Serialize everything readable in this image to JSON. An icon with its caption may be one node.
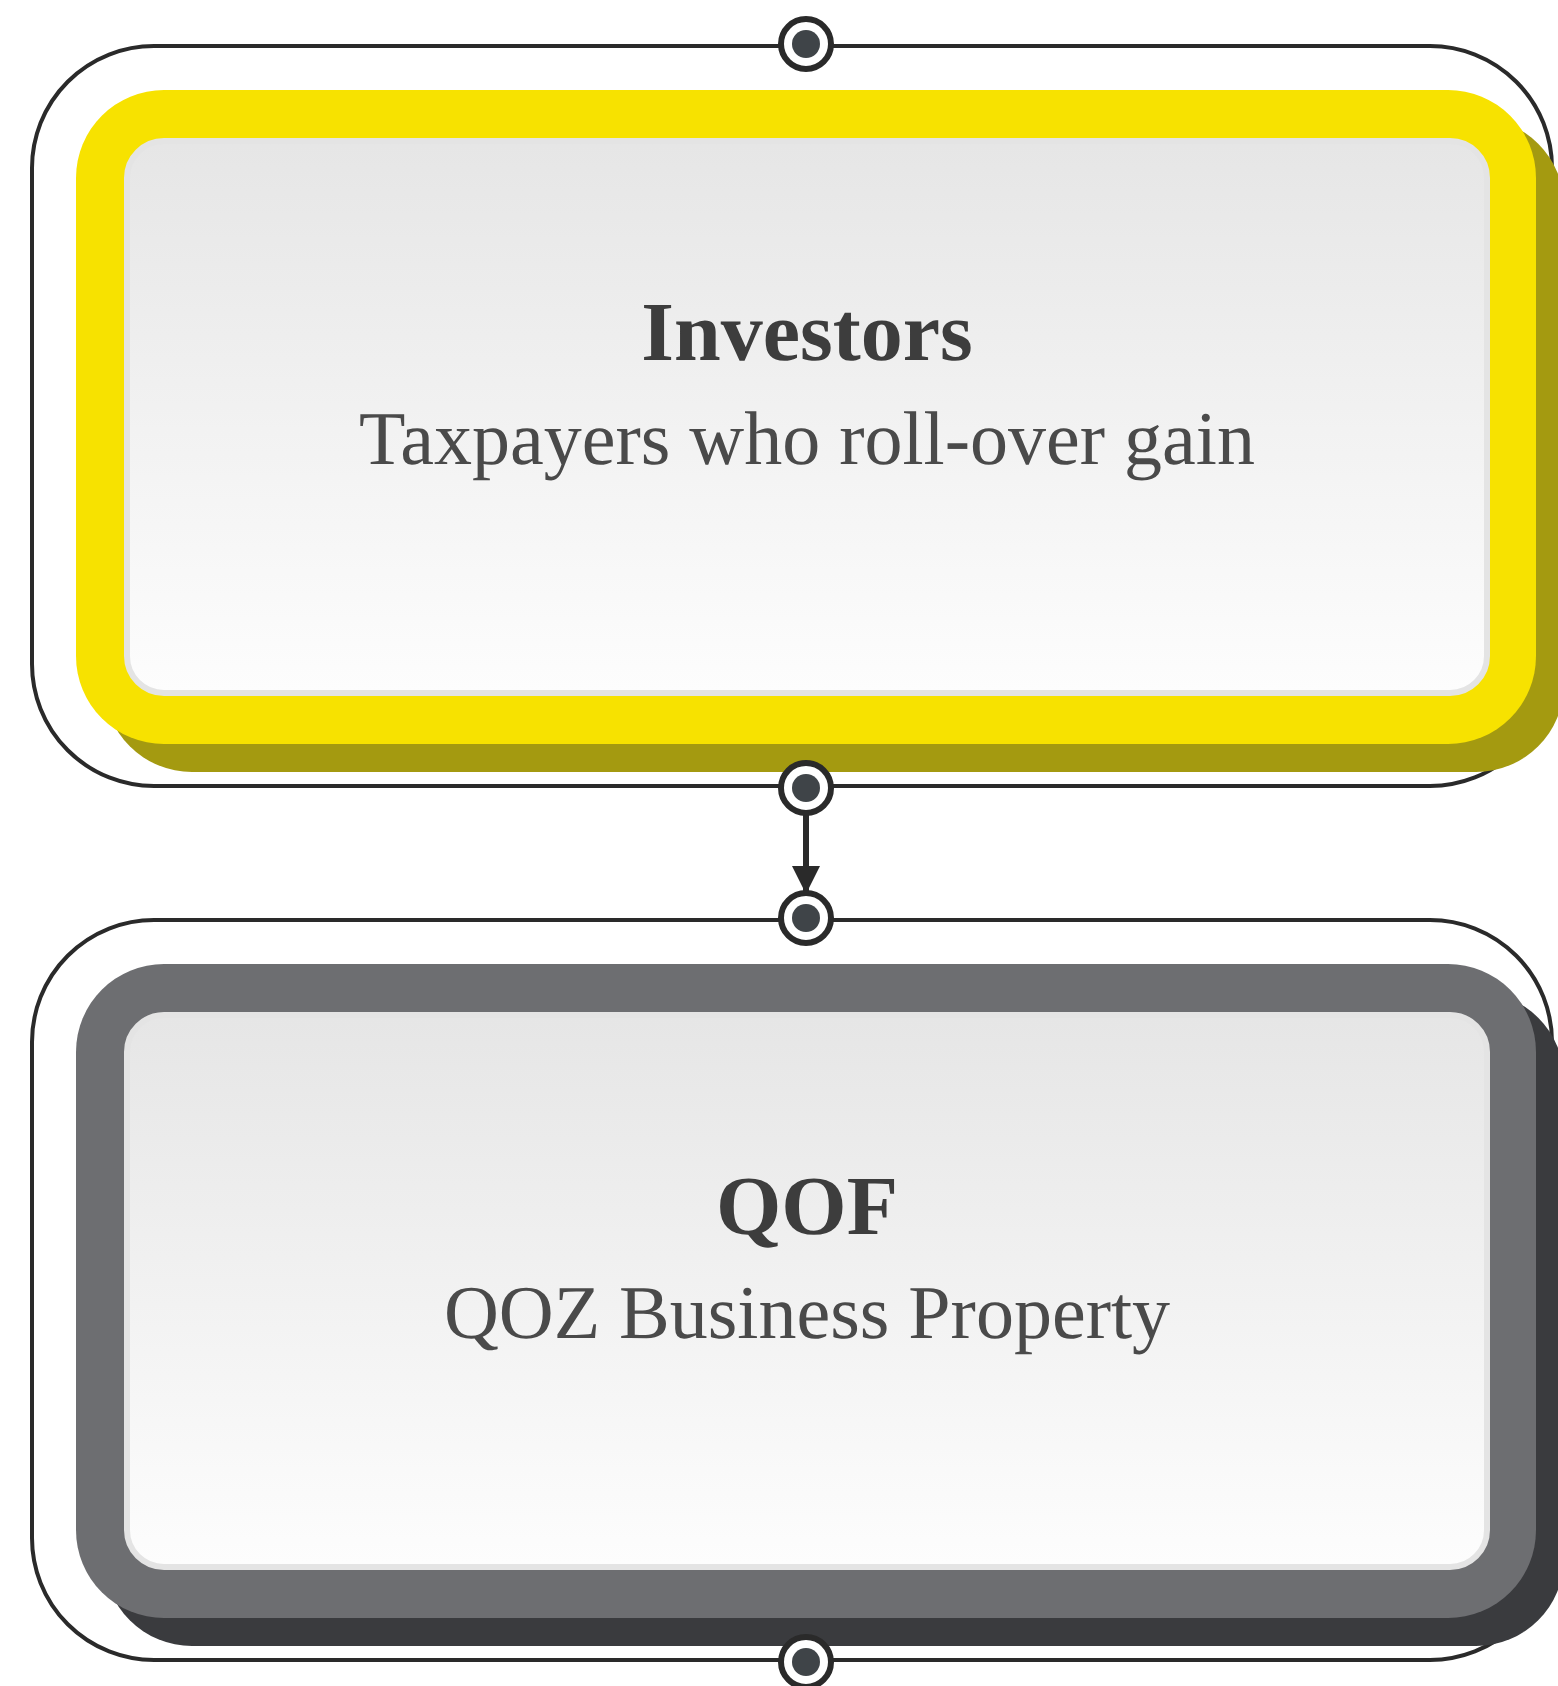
{
  "diagram": {
    "nodes": [
      {
        "text": [
          "Investors",
          "Taxpayers who roll-over gain"
        ]
      },
      {
        "text": [
          "QOF",
          "QOZ Business Property"
        ]
      }
    ],
    "edges": [
      {
        "from": 0,
        "to": 1,
        "arrow": "to"
      }
    ]
  }
}
